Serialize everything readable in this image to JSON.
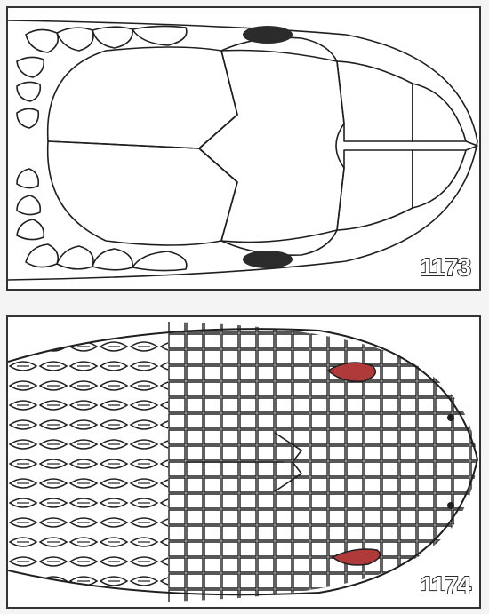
{
  "figures": [
    {
      "id": "1173",
      "label": "1173",
      "eye_color": "#2b2b2b"
    },
    {
      "id": "1174",
      "label": "1174",
      "eye_color": "#b03a3a"
    }
  ],
  "colors": {
    "line": "#1f1f1f",
    "background": "#ffffff",
    "frame": "#333333"
  }
}
